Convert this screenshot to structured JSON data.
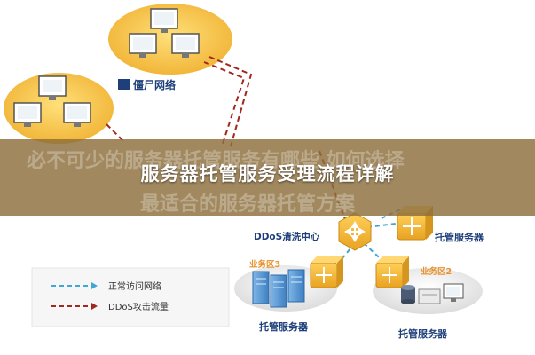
{
  "banner": {
    "title": "服务器托管服务受理流程详解",
    "ghost_line1": "必不可少的服务器托管服务有哪些 如何选择",
    "ghost_line2": "最适合的服务器托管方案"
  },
  "diagram": {
    "botnet_label": "僵尸网络",
    "ddos_center_label": "DDoS清洗中心",
    "hosting_server_right": "托管服务器",
    "zone3_label": "业务区3",
    "zone2_label": "业务区2",
    "hosting_server_left": "托管服务器",
    "hosting_server_bottom": "托管服务器"
  },
  "legend": {
    "normal_label": "正常访问网络",
    "ddos_label": "DDoS攻击流量"
  },
  "colors": {
    "cloud": "#f3c24a",
    "node_orange": "#f0b22e",
    "normal_line": "#3fa6d6",
    "attack_line": "#a0281e",
    "label_blue": "#1e3f7a",
    "zone_label": "#e8912a",
    "banner_text": "#ffffff"
  }
}
